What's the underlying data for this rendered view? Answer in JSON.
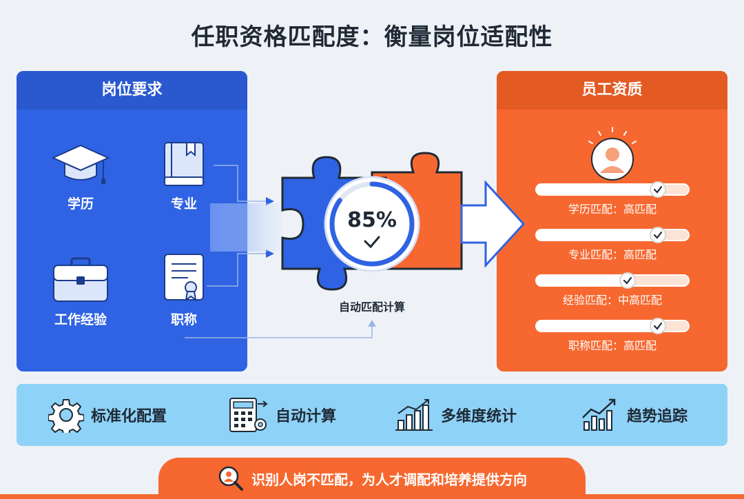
{
  "title": "任职资格匹配度：衡量岗位适配性",
  "left_panel": {
    "header": "岗位要求",
    "items": [
      {
        "label": "学历",
        "icon": "graduation-cap-icon"
      },
      {
        "label": "专业",
        "icon": "book-icon"
      },
      {
        "label": "工作经验",
        "icon": "briefcase-icon"
      },
      {
        "label": "职称",
        "icon": "certificate-icon"
      }
    ]
  },
  "center": {
    "percent": "85%",
    "label": "自动匹配计算"
  },
  "right_panel": {
    "header": "员工资质",
    "matches": [
      {
        "label": "学历匹配：高匹配",
        "level": 0.8
      },
      {
        "label": "专业匹配：高匹配",
        "level": 0.8
      },
      {
        "label": "经验匹配：中高匹配",
        "level": 0.6
      },
      {
        "label": "职称匹配：高匹配",
        "level": 0.8
      }
    ]
  },
  "features": [
    {
      "label": "标准化配置",
      "icon": "gear-icon"
    },
    {
      "label": "自动计算",
      "icon": "calculator-icon"
    },
    {
      "label": "多维度统计",
      "icon": "bar-chart-icon"
    },
    {
      "label": "趋势追踪",
      "icon": "trend-chart-icon"
    }
  ],
  "banner": {
    "text": "识别人岗不匹配，为人才调配和培养提供方向",
    "icon": "search-person-icon"
  },
  "colors": {
    "blue": "#2f63e3",
    "orange": "#f6682f",
    "light_blue": "#8fd2f7"
  }
}
